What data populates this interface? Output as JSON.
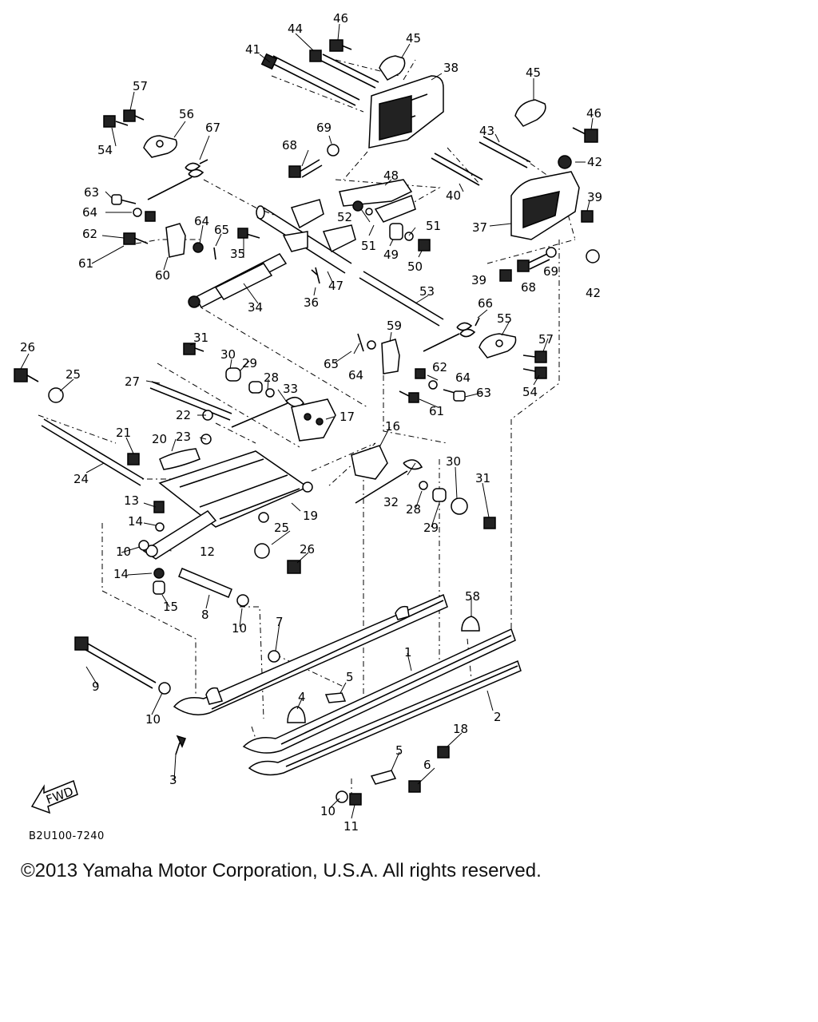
{
  "diagram": {
    "labels": {
      "p1": "1",
      "p2": "2",
      "p3": "3",
      "p4": "4",
      "p5a": "5",
      "p5b": "5",
      "p6": "6",
      "p7": "7",
      "p8": "8",
      "p9": "9",
      "p10a": "10",
      "p10b": "10",
      "p10c": "10",
      "p10d": "10",
      "p11": "11",
      "p12": "12",
      "p13": "13",
      "p14a": "14",
      "p14b": "14",
      "p15": "15",
      "p16": "16",
      "p17": "17",
      "p18": "18",
      "p19": "19",
      "p20": "20",
      "p21": "21",
      "p22": "22",
      "p23": "23",
      "p24": "24",
      "p25a": "25",
      "p25b": "25",
      "p26a": "26",
      "p26b": "26",
      "p27": "27",
      "p28a": "28",
      "p28b": "28",
      "p29a": "29",
      "p29b": "29",
      "p30a": "30",
      "p30b": "30",
      "p31a": "31",
      "p31b": "31",
      "p32": "32",
      "p33": "33",
      "p34": "34",
      "p35": "35",
      "p36": "36",
      "p37": "37",
      "p38": "38",
      "p39a": "39",
      "p39b": "39",
      "p40": "40",
      "p41": "41",
      "p42a": "42",
      "p42b": "42",
      "p43": "43",
      "p44": "44",
      "p45a": "45",
      "p45b": "45",
      "p46a": "46",
      "p46b": "46",
      "p47": "47",
      "p48": "48",
      "p49": "49",
      "p50": "50",
      "p51a": "51",
      "p51b": "51",
      "p52": "52",
      "p53": "53",
      "p54a": "54",
      "p54b": "54",
      "p55": "55",
      "p56": "56",
      "p57a": "57",
      "p57b": "57",
      "p58": "58",
      "p59": "59",
      "p60": "60",
      "p61a": "61",
      "p61b": "61",
      "p62a": "62",
      "p62b": "62",
      "p63a": "63",
      "p63b": "63",
      "p64a": "64",
      "p64b": "64",
      "p64c": "64",
      "p64d": "64",
      "p65a": "65",
      "p65b": "65",
      "p66": "66",
      "p67": "67",
      "p68a": "68",
      "p68b": "68",
      "p69a": "69",
      "p69b": "69"
    },
    "fwd_label": "FWD",
    "code": "B2U100-7240"
  },
  "copyright": "©2013 Yamaha Motor Corporation, U.S.A. All rights reserved."
}
